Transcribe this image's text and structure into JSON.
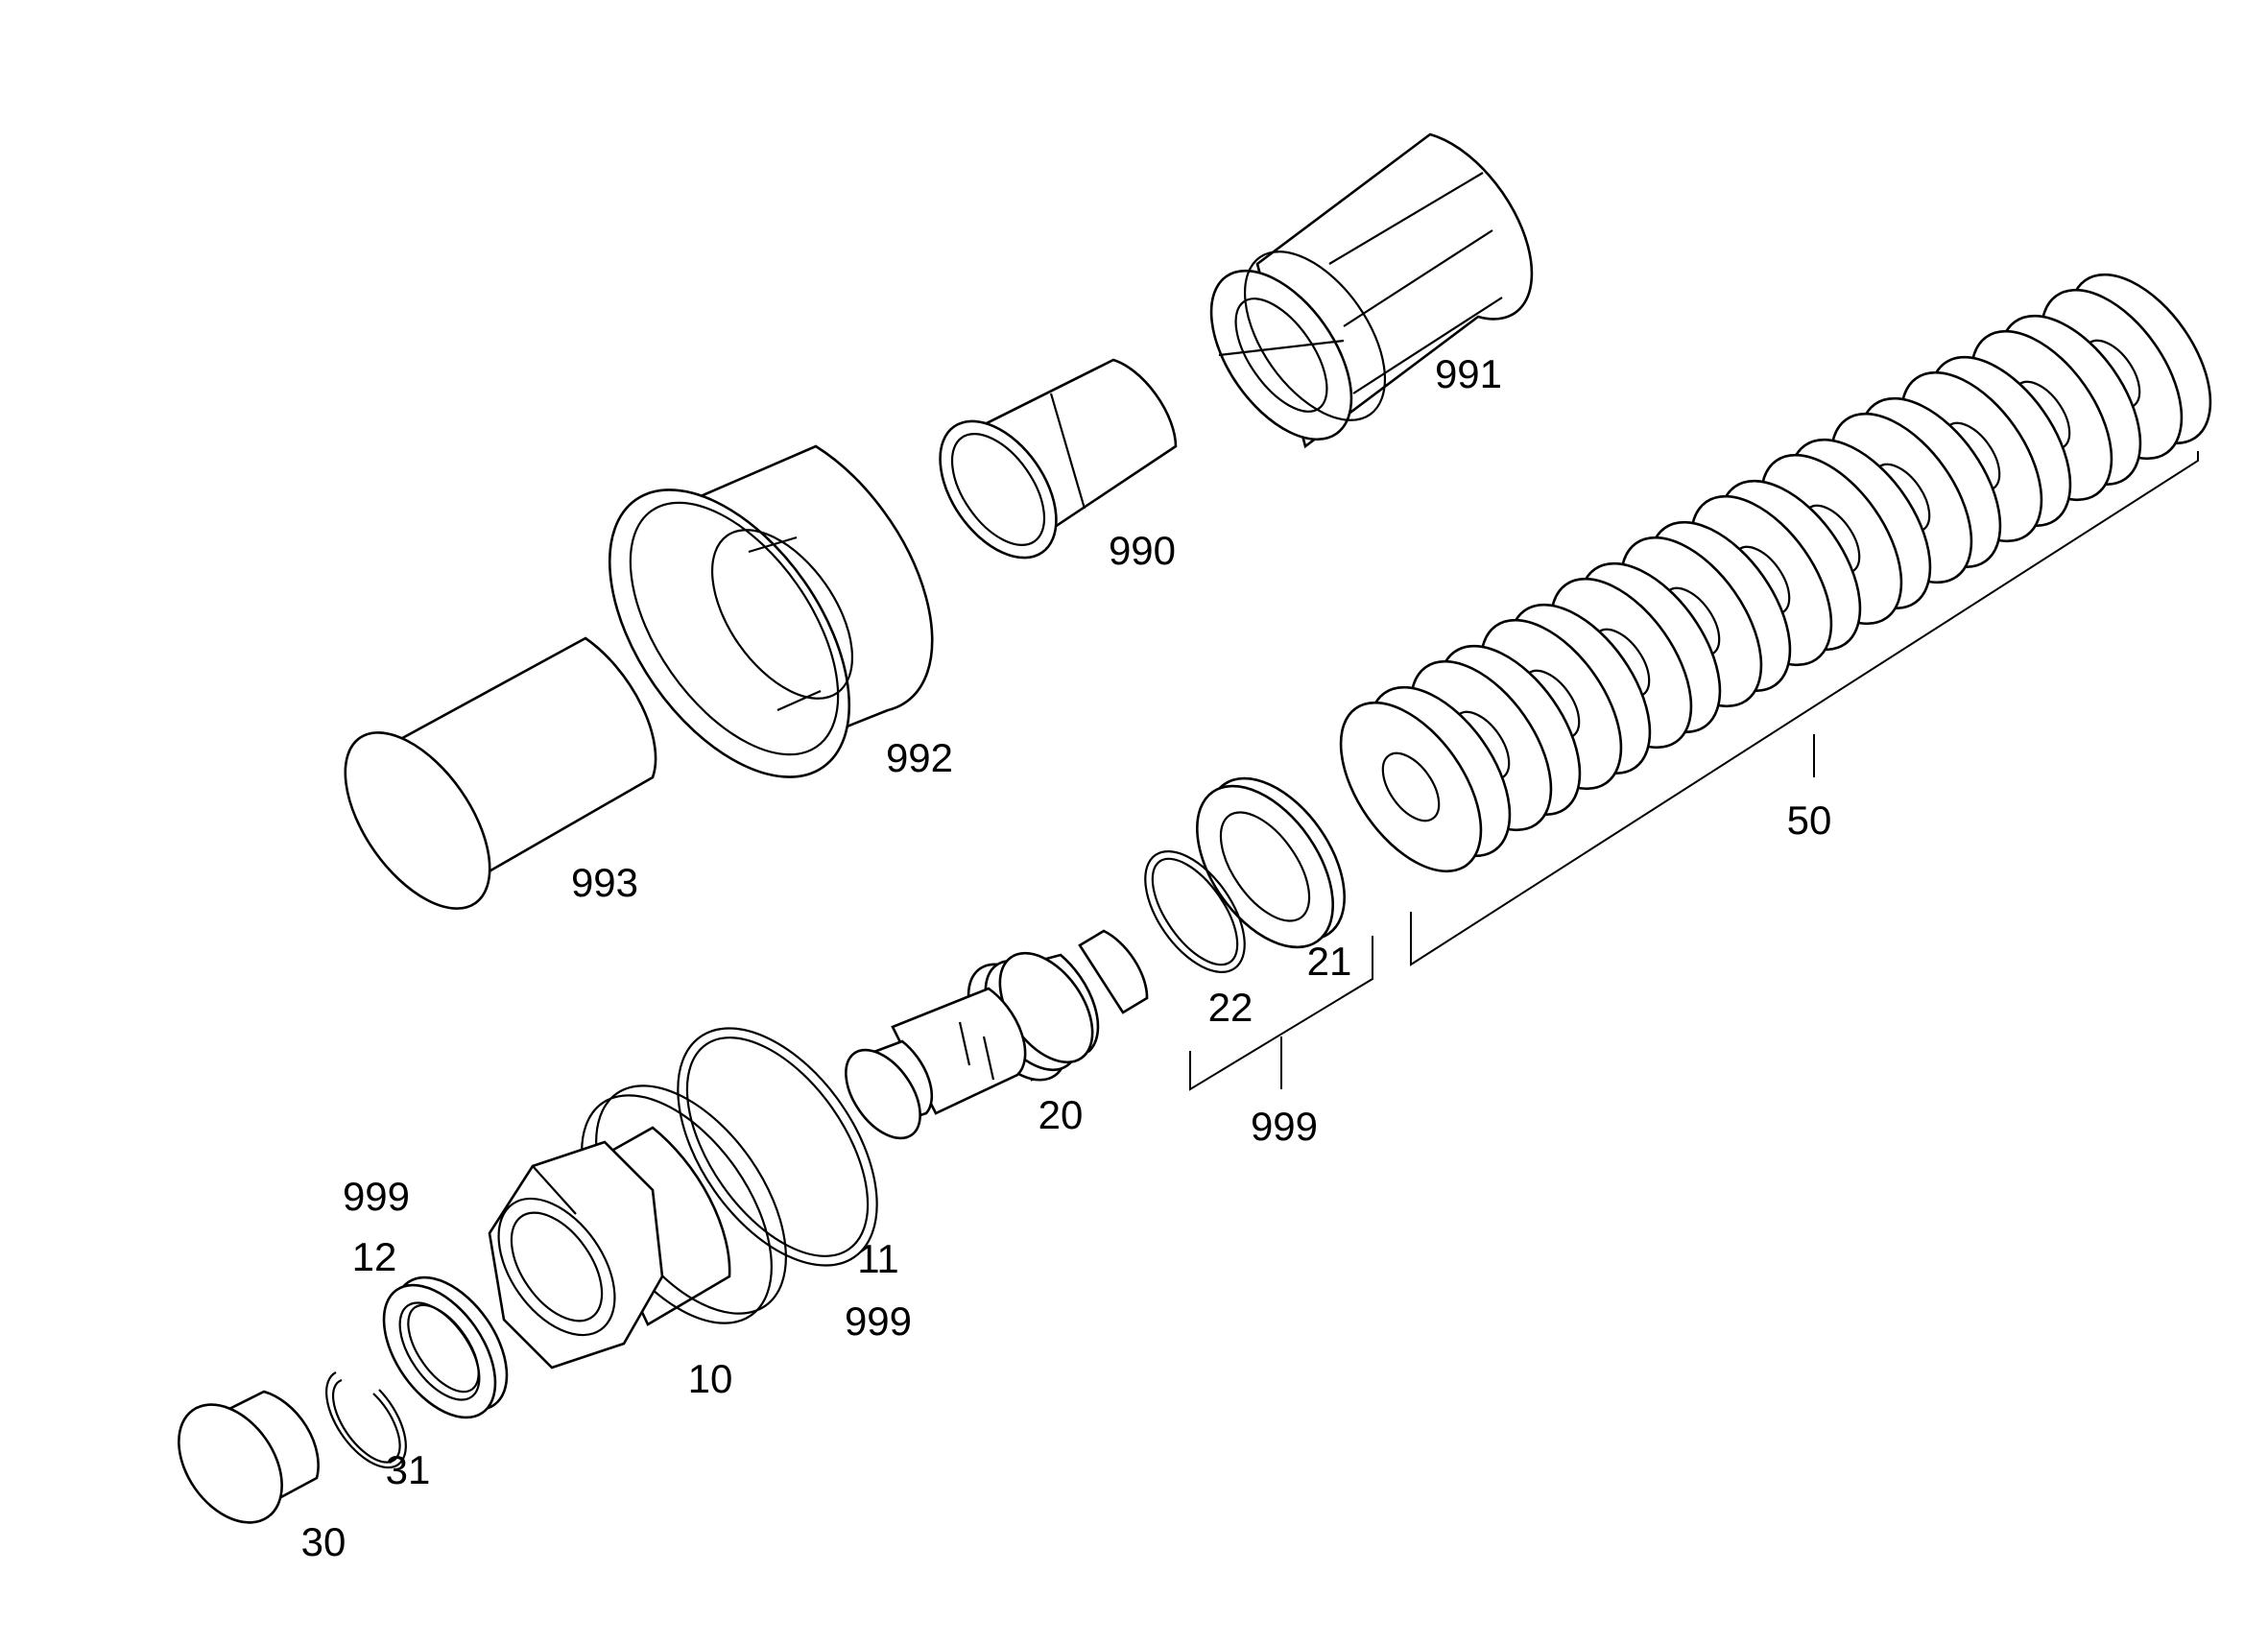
{
  "diagram": {
    "callouts": {
      "p991": "991",
      "p990": "990",
      "p992": "992",
      "p993": "993",
      "p50": "50",
      "p21": "21",
      "p22": "22",
      "p999_a": "999",
      "p20": "20",
      "p999_b": "999",
      "p12": "12",
      "p11": "11",
      "p999_c": "999",
      "p10": "10",
      "p31": "31",
      "p30": "30"
    }
  }
}
